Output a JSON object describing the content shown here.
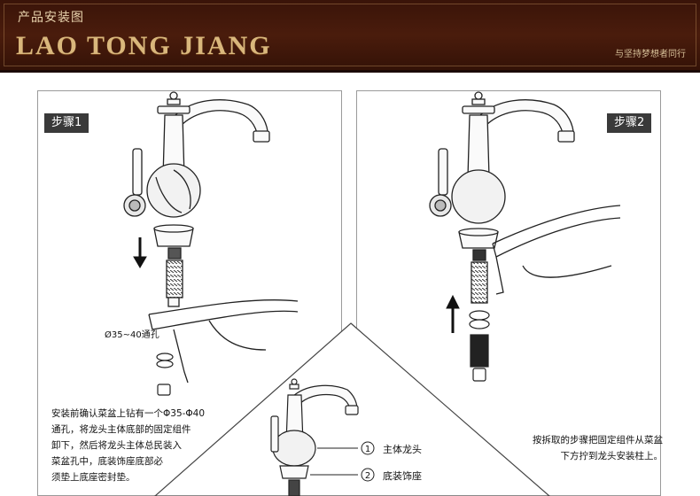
{
  "banner": {
    "subtitle": "产品安装图",
    "title": "LAO TONG JIANG",
    "slogan": "与坚持梦想者同行"
  },
  "step1": {
    "tag": "步骤1",
    "hole_label": "Ø35~40通孔",
    "desc_lines": [
      "安装前确认菜盆上钻有一个Φ35-Φ40",
      "通孔，将龙头主体底部的固定组件",
      "卸下，然后将龙头主体总民装入",
      "菜盆孔中，底装饰座底部必",
      "须垫上底座密封垫。"
    ]
  },
  "step2": {
    "tag": "步骤2",
    "desc_lines": [
      "按拆取的步骤把固定组件从菜盆",
      "下方拧到龙头安装柱上。"
    ]
  },
  "parts": [
    {
      "num": "1",
      "name": "主体龙头"
    },
    {
      "num": "2",
      "name": "底装饰座"
    }
  ]
}
